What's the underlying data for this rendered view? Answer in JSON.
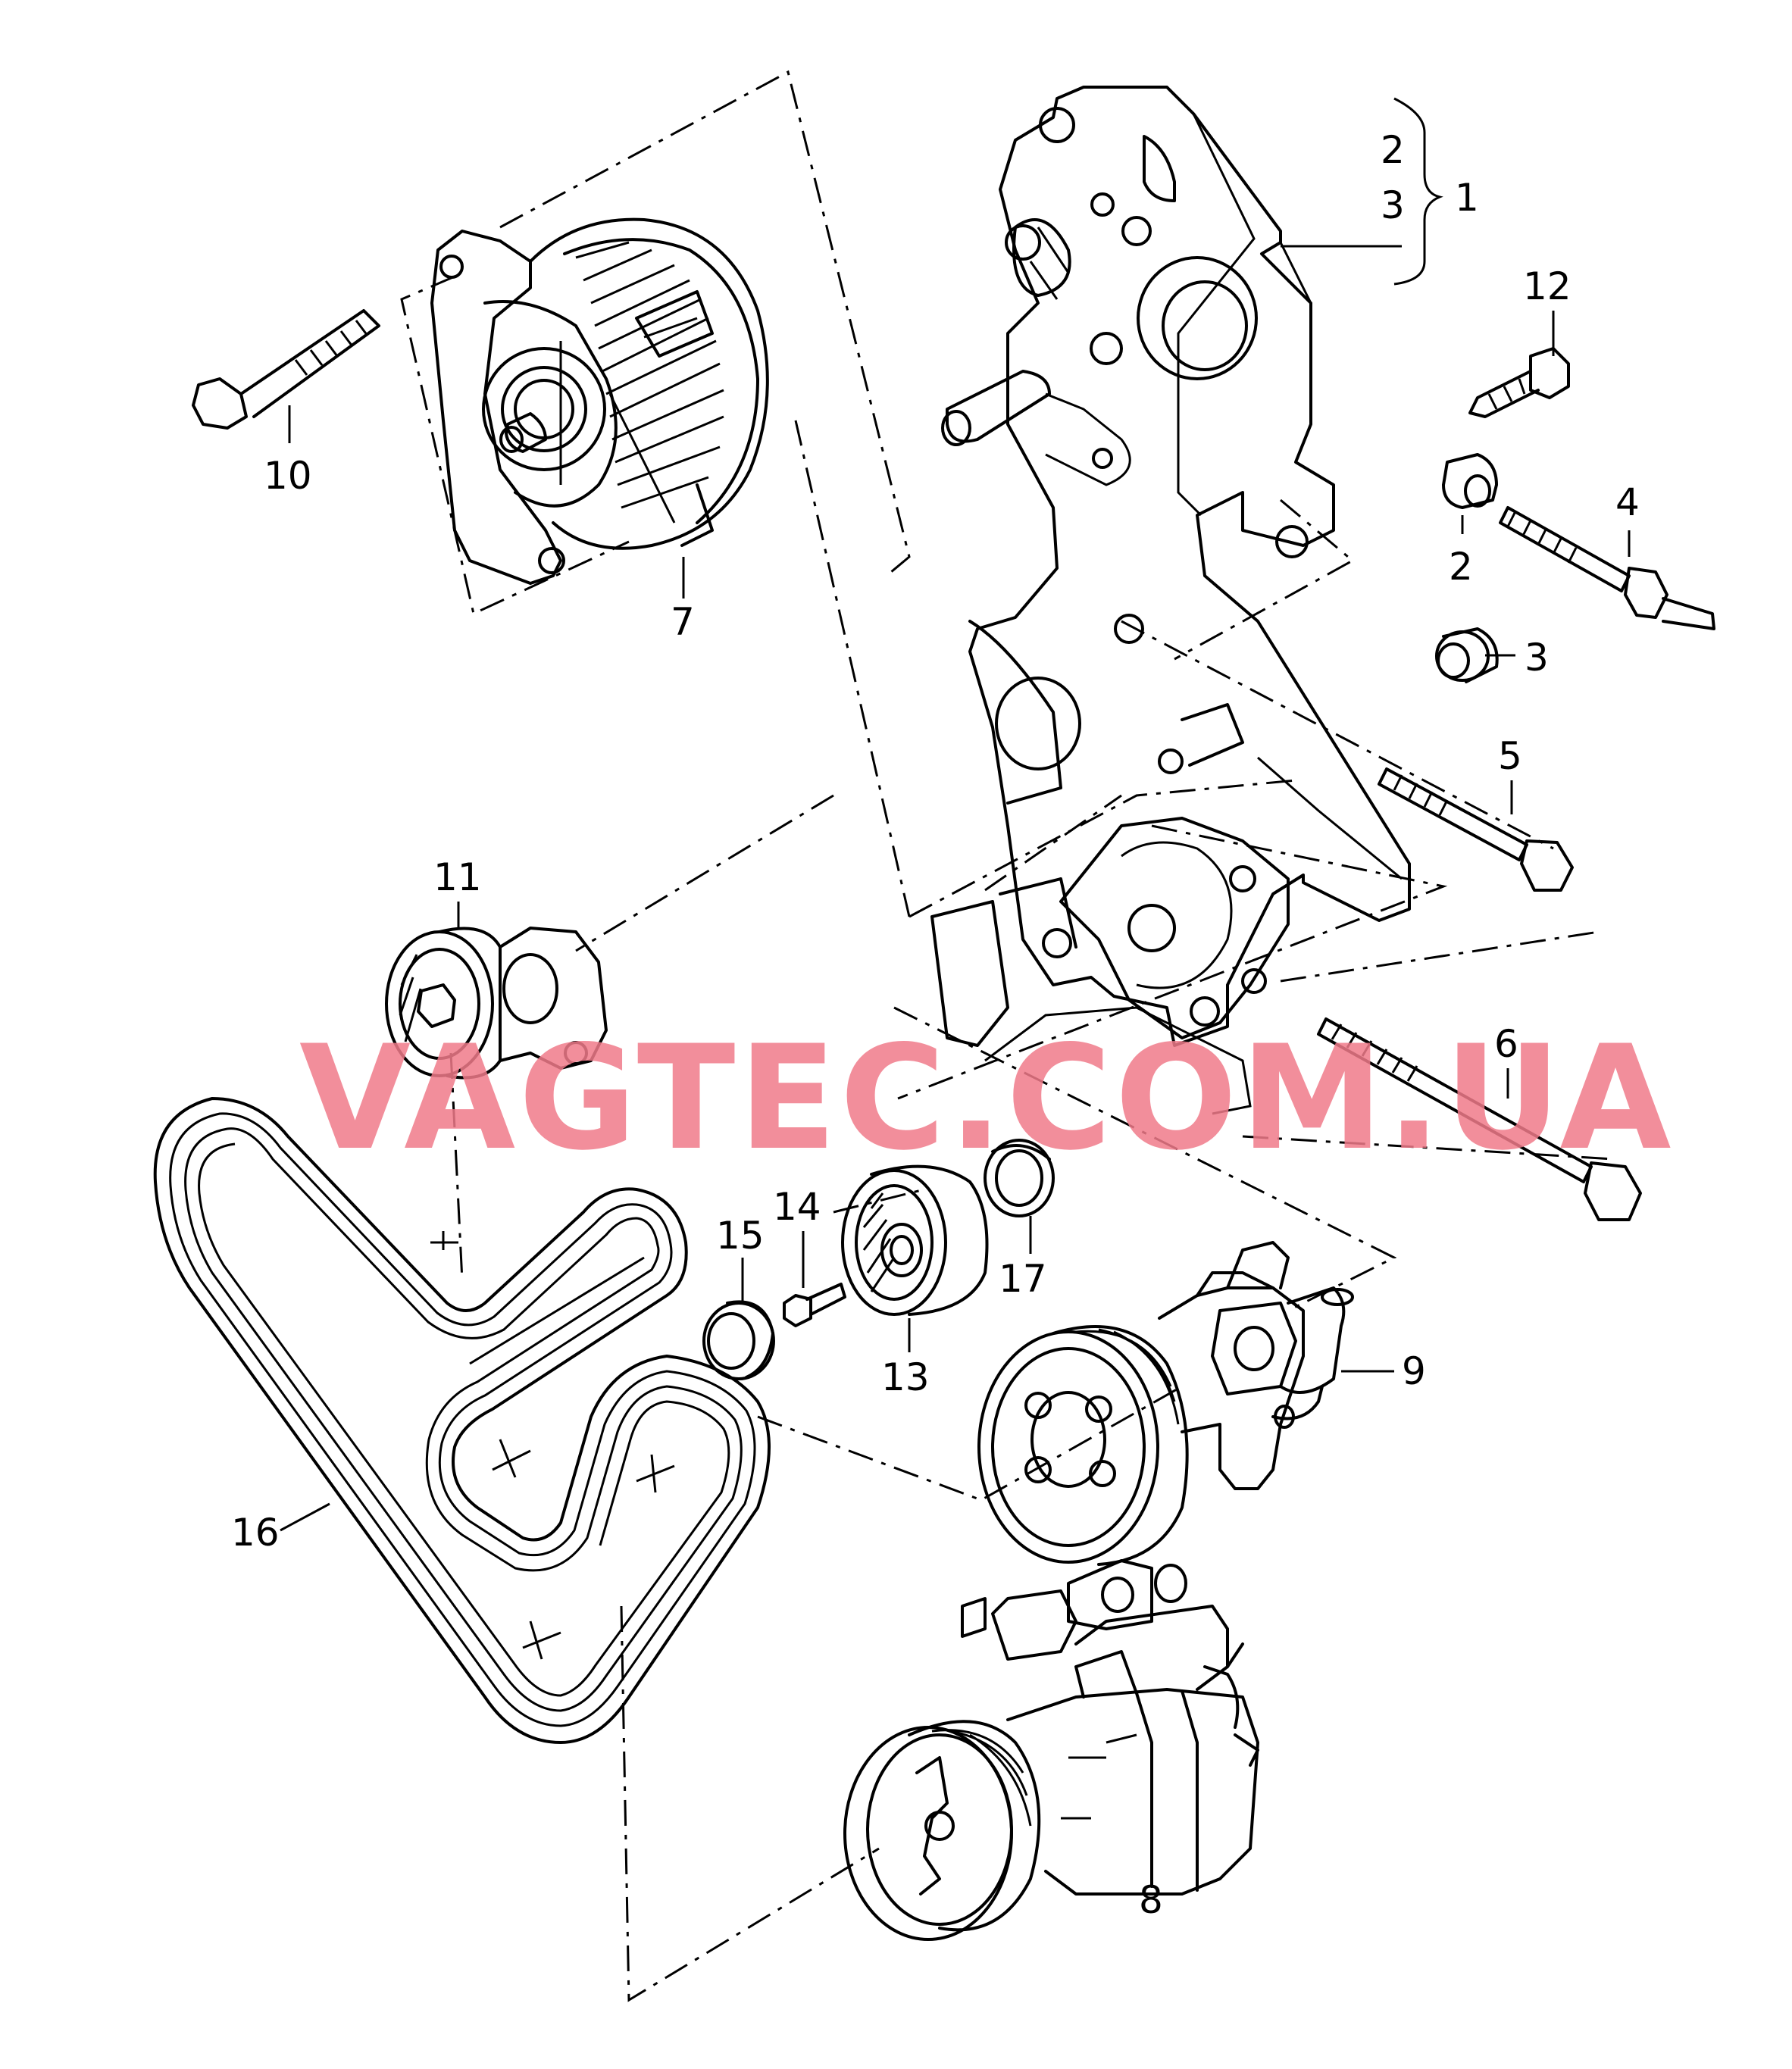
{
  "watermark": {
    "text": "VAGTEC.COM.UA",
    "color": "#f07a8a"
  },
  "callouts": {
    "c1": "1",
    "c2a": "2",
    "c3a": "3",
    "c2b": "2",
    "c3b": "3",
    "c4": "4",
    "c5": "5",
    "c6": "6",
    "c7": "7",
    "c8": "8",
    "c9": "9",
    "c10": "10",
    "c11": "11",
    "c12": "12",
    "c13": "13",
    "c14": "14",
    "c15": "15",
    "c16": "16",
    "c17": "17"
  },
  "parts": {
    "bracket": "mounting-bracket",
    "alternator": "alternator",
    "tensioner": "belt-tensioner",
    "idler": "idler-pulley",
    "belt": "poly-v-belt",
    "pump": "power-steering-pump",
    "compressor": "ac-compressor"
  }
}
